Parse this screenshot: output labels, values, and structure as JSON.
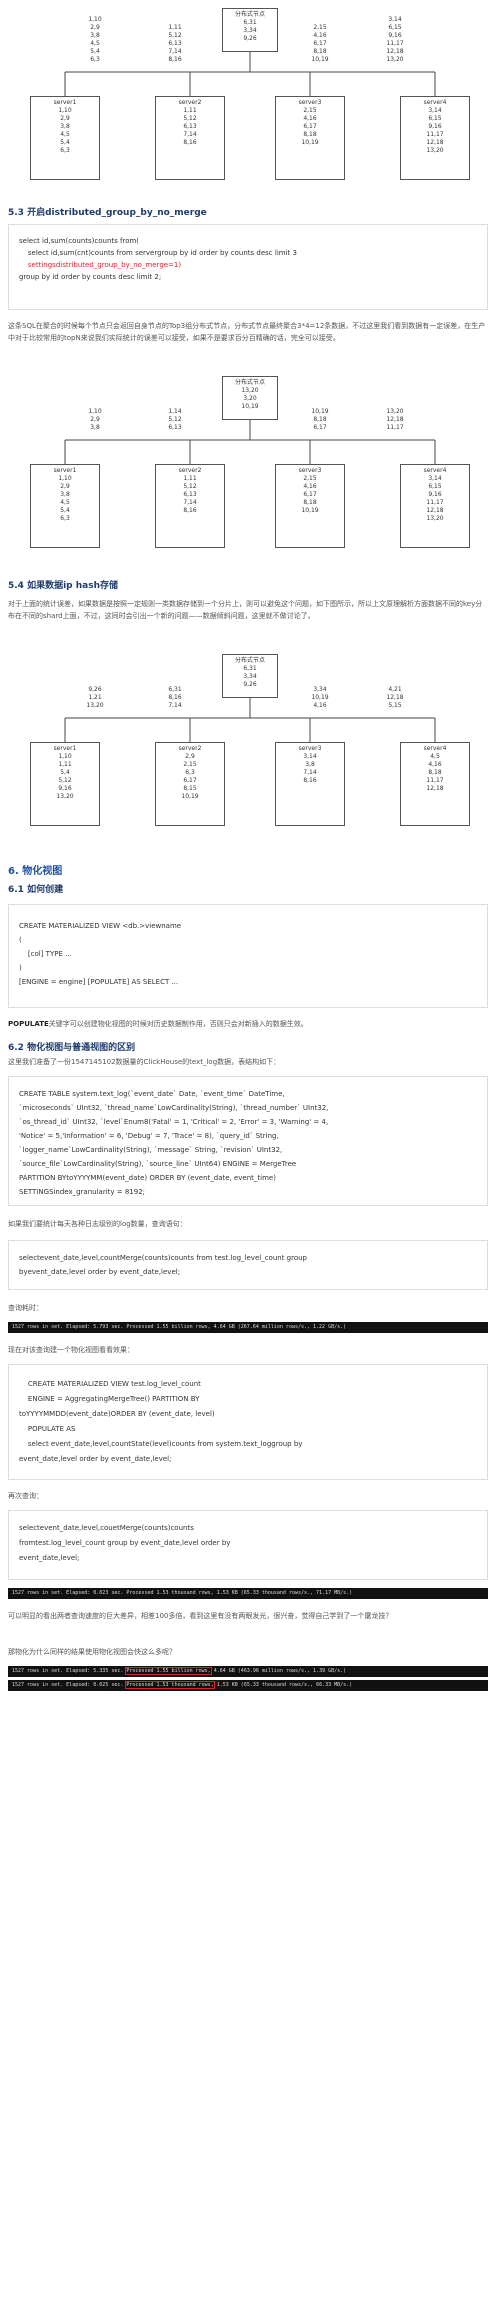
{
  "diagram1": {
    "top": [
      "分布式节点",
      "6,31",
      "3,34",
      "9,26"
    ],
    "mids": [
      [
        "1,10",
        "2,9",
        "3,8",
        "4,5",
        "5,4",
        "6,3"
      ],
      [
        "1,11",
        "5,12",
        "6,13",
        "7,14",
        "8,16"
      ],
      [
        "2,15",
        "4,16",
        "6,17",
        "8,18",
        "10,19"
      ],
      [
        "3,14",
        "6,15",
        "9,16",
        "11,17",
        "12,18",
        "13,20"
      ]
    ],
    "servers": [
      [
        "server1",
        "1,10",
        "2,9",
        "3,8",
        "4,5",
        "5,4",
        "6,3"
      ],
      [
        "server2",
        "1,11",
        "5,12",
        "6,13",
        "7,14",
        "8,16"
      ],
      [
        "server3",
        "2,15",
        "4,16",
        "6,17",
        "8,18",
        "10,19"
      ],
      [
        "server4",
        "3,14",
        "6,15",
        "9,16",
        "11,17",
        "12,18",
        "13,20"
      ]
    ]
  },
  "sec53": {
    "title": "5.3 开启distributed_group_by_no_merge",
    "code": [
      "select id,sum(counts)counts from(",
      "    select id,sum(cnt)counts from servergroup by id order by counts desc limit 3",
      "    settingsdistributed_group_by_no_merge=1)",
      "group by id order by counts desc limit 2;"
    ],
    "para": "这条SQL在聚合的时候每个节点只会返回自身节点的Top3组分布式节点，分布式节点最终聚合3*4=12条数据，不过这里我们看到数据有一定误差，在生产中对于比较常用的topN来说我们实际统计的误差可以接受，如果不是要求百分百精确的话，完全可以接受。"
  },
  "diagram2": {
    "top": [
      "分布式节点",
      "13,20",
      "3,20",
      "10,19"
    ],
    "mids": [
      [
        "1,10",
        "2,9",
        "3,8"
      ],
      [
        "1,14",
        "5,12",
        "6,13"
      ],
      [
        "10,19",
        "8,18",
        "6,17"
      ],
      [
        "13,20",
        "12,18",
        "11,17"
      ]
    ],
    "servers": [
      [
        "server1",
        "1,10",
        "2,9",
        "3,8",
        "4,5",
        "5,4",
        "6,3"
      ],
      [
        "server2",
        "1,11",
        "5,12",
        "6,13",
        "7,14",
        "8,16"
      ],
      [
        "server3",
        "2,15",
        "4,16",
        "6,17",
        "8,18",
        "10,19"
      ],
      [
        "server4",
        "3,14",
        "6,15",
        "9,16",
        "11,17",
        "12,18",
        "13,20"
      ]
    ]
  },
  "sec54": {
    "title": "5.4 如果数据ip hash存储",
    "para": "对于上面的统计误差，如果数据是按照一定规则一类数据存储到一个分片上，则可以避免这个问题，如下图所示，所以上文原理解析方面数据不同的key分布在不同的shard上面，不过，这同时会引出一个新的问题——数据倾斜问题，这里就不做讨论了。"
  },
  "diagram3": {
    "top": [
      "分布式节点",
      "6,31",
      "3,34",
      "9,26"
    ],
    "mids": [
      [
        "9,26",
        "1,21",
        "13,20"
      ],
      [
        "6,31",
        "8,16",
        "7,14"
      ],
      [
        "3,34",
        "10,19",
        "4,16"
      ],
      [
        "4,21",
        "12,18",
        "5,15"
      ]
    ],
    "servers": [
      [
        "server1",
        "1,10",
        "1,11",
        "5,4",
        "5,12",
        "9,16",
        "13,20"
      ],
      [
        "server2",
        "2,9",
        "2,15",
        "6,3",
        "6,17",
        "8,15",
        "10,19"
      ],
      [
        "server3",
        "3,14",
        "3,8",
        "7,14",
        "8,16"
      ],
      [
        "server4",
        "4,5",
        "4,16",
        "8,18",
        "11,17",
        "12,18"
      ]
    ]
  },
  "sec6": {
    "title": "6. 物化视图",
    "sub61": "6.1 如何创建",
    "code61": [
      "CREATE MATERIALIZED VIEW <db.>viewname",
      "(",
      "    [col] TYPE ...",
      ")",
      "[ENGINE = engine] [POPULATE] AS SELECT ..."
    ],
    "populate_key": "POPULATE",
    "populate_desc": "关键字可以创建物化视图的时候对历史数据制作用，否则只会对新插入的数据生效。",
    "sub62": "6.2 物化视图与普通视图的区别",
    "para62": "这里我们准备了一份1547145102数据量的ClickHouse的text_log数据，表结构如下：",
    "code62": [
      "CREATE TABLE system.text_log(`event_date` Date, `event_time` DateTime,",
      "`microseconds` UInt32, `thread_name`LowCardinality(String), `thread_number` UInt32,",
      "`os_thread_id` UInt32, `level`Enum8('Fatal' = 1, 'Critical' = 2, 'Error' = 3, 'Warning' = 4,",
      "'Notice' = 5,'Information' = 6, 'Debug' = 7, 'Trace' = 8), `query_id` String,",
      "`logger_name`LowCardinality(String), `message` String, `revision` UInt32,",
      "`source_file`LowCardinality(String), `source_line` UInt64) ENGINE = MergeTree",
      "PARTITION BYtoYYYYMM(event_date) ORDER BY (event_date, event_time)",
      "SETTINGSindex_granularity = 8192;"
    ],
    "para_q": "如果我们要统计每天各种日志级别的log数量，查询语句：",
    "code_q": [
      "selectevent_date,level,countMerge(counts)counts from test.log_level_count group",
      "byevent_date,level order by event_date,level;"
    ],
    "elapsed_label": "查询耗时：",
    "term1": "1527 rows in set. Elapsed: 5.793 sec. Processed 1.55 billion rows, 4.64 GB (267.64 million rows/s., 1.22 GB/s.)",
    "para_mv": "现在对该查询建一个物化视图看看效果：",
    "code_mv": [
      "    CREATE MATERIALIZED VIEW test.log_level_count",
      "    ENGINE = AggregatingMergeTree() PARTITION BY",
      "toYYYYMMDD(event_date)ORDER BY (event_date, level)",
      "    POPULATE AS",
      "    select event_date,level,countState(level)counts from system.text_loggroup by",
      "event_date,level order by event_date,level;"
    ],
    "again_label": "再次查询：",
    "code_again": [
      "selectevent_date,level,couetMerge(counts)counts",
      "fromtest.log_level_count group by event_date,level order by",
      "event_date,level;"
    ],
    "term2": "1527 rows in set. Elapsed: 0.023 sec. Processed 1.53 thousand rows, 1.53 KB (65.33 thousand rows/s., 71.17 MB/s.)",
    "para_result": "可以明显的看出两者查询速度的巨大差异，相差100多倍，看到这里有没有两眼发光，很兴奋，觉得自己学到了一个屠龙技？",
    "para_why": "那物化为什么同样的结果使用物化视图会快这么多呢？",
    "term3a_pre": "1527 rows in set. Elapsed: 5.335 sec.",
    "term3a_hl": "Processed 1.55 billion rows,",
    "term3a_post": " 4.64 GB (463.96 million rows/s., 1.39 GB/s.)",
    "term3b_pre": "1527 rows in set. Elapsed: 0.025 sec.",
    "term3b_hl": "Processed 1.53 thousand rows,",
    "term3b_post": " 1.53 KB (65.33 thousand rows/s., 66.33 MB/s.)"
  }
}
